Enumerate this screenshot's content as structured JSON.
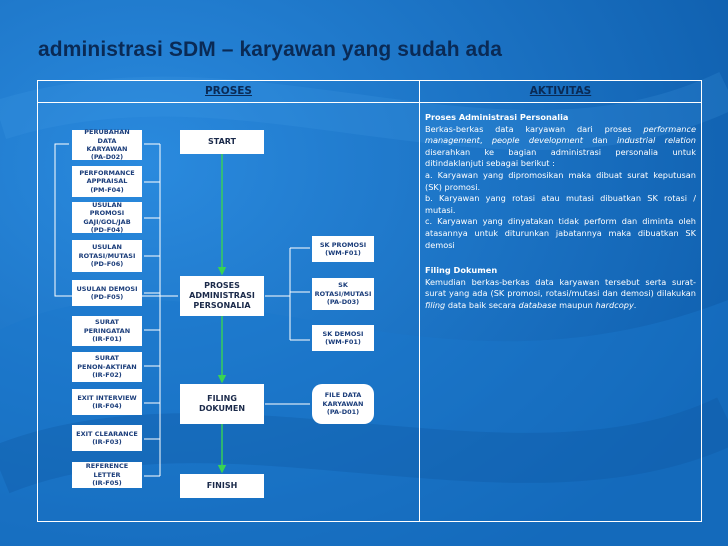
{
  "title": "administrasi SDM – karyawan yang sudah ada",
  "headers": {
    "proses": "PROSES",
    "aktivitas": "AKTIVITAS"
  },
  "left_docs": [
    [
      "PERUBAHAN DATA",
      "KARYAWAN",
      "(PA-D02)"
    ],
    [
      "PERFORMANCE",
      "APPRAISAL",
      "(PM-F04)"
    ],
    [
      "USULAN PROMOSI",
      "GAJI/GOL/JAB",
      "(PD-F04)"
    ],
    [
      "USULAN",
      "ROTASI/MUTASI",
      "(PD-F06)"
    ],
    [
      "USULAN DEMOSI",
      "(PD-F05)"
    ],
    [
      "SURAT",
      "PERINGATAN",
      "(IR-F01)"
    ],
    [
      "SURAT",
      "PENON-AKTIFAN",
      "(IR-F02)"
    ],
    [
      "EXIT INTERVIEW",
      "(IR-F04)"
    ],
    [
      "EXIT CLEARANCE",
      "(IR-F03)"
    ],
    [
      "REFERENCE LETTER",
      "(IR-F05)"
    ]
  ],
  "process": {
    "start": "START",
    "proses": [
      "PROSES",
      "ADMINISTRASI",
      "PERSONALIA"
    ],
    "filing": [
      "FILING",
      "DOKUMEN"
    ],
    "finish": "FINISH"
  },
  "right_docs": [
    [
      "SK PROMOSI",
      "(WM-F01)"
    ],
    [
      "SK",
      "ROTASI/MUTASI",
      "(PA-D03)"
    ],
    [
      "SK DEMOSI",
      "(WM-F01)"
    ],
    [
      "FILE DATA",
      "KARYAWAN",
      "(PA-D01)"
    ]
  ],
  "aktivitas": {
    "section1_title": "Proses Administrasi Personalia",
    "p1_a": "Berkas-berkas data karyawan dari proses ",
    "p1_i1": "performance management",
    "p1_b": ", ",
    "p1_i2": "people development",
    "p1_c": " dan ",
    "p1_i3": "industrial relation",
    "p1_d": " diserahkan ke bagian administrasi personalia untuk ditindaklanjuti sebagai berikut :",
    "item_a": "a.  Karyawan yang dipromosikan maka dibuat surat keputusan (SK) promosi.",
    "item_b": "b.  Karyawan yang rotasi atau mutasi dibuatkan SK rotasi / mutasi.",
    "item_c": "c.  Karyawan yang dinyatakan tidak perform dan diminta oleh atasannya untuk diturunkan jabatannya maka dibuatkan SK demosi",
    "section2_title": "Filing Dokumen",
    "p2_a": "Kemudian berkas-berkas data karyawan tersebut serta surat-surat yang ada (SK promosi, rotasi/mutasi dan demosi) dilakukan ",
    "p2_i1": "filing",
    "p2_b": " data baik secara ",
    "p2_i2": "database",
    "p2_c": " maupun ",
    "p2_i3": "hardcopy",
    "p2_d": "."
  },
  "colors": {
    "background": "#1670c4",
    "title": "#0a2a55",
    "arrow": "#39d353",
    "line": "#ffffff"
  }
}
